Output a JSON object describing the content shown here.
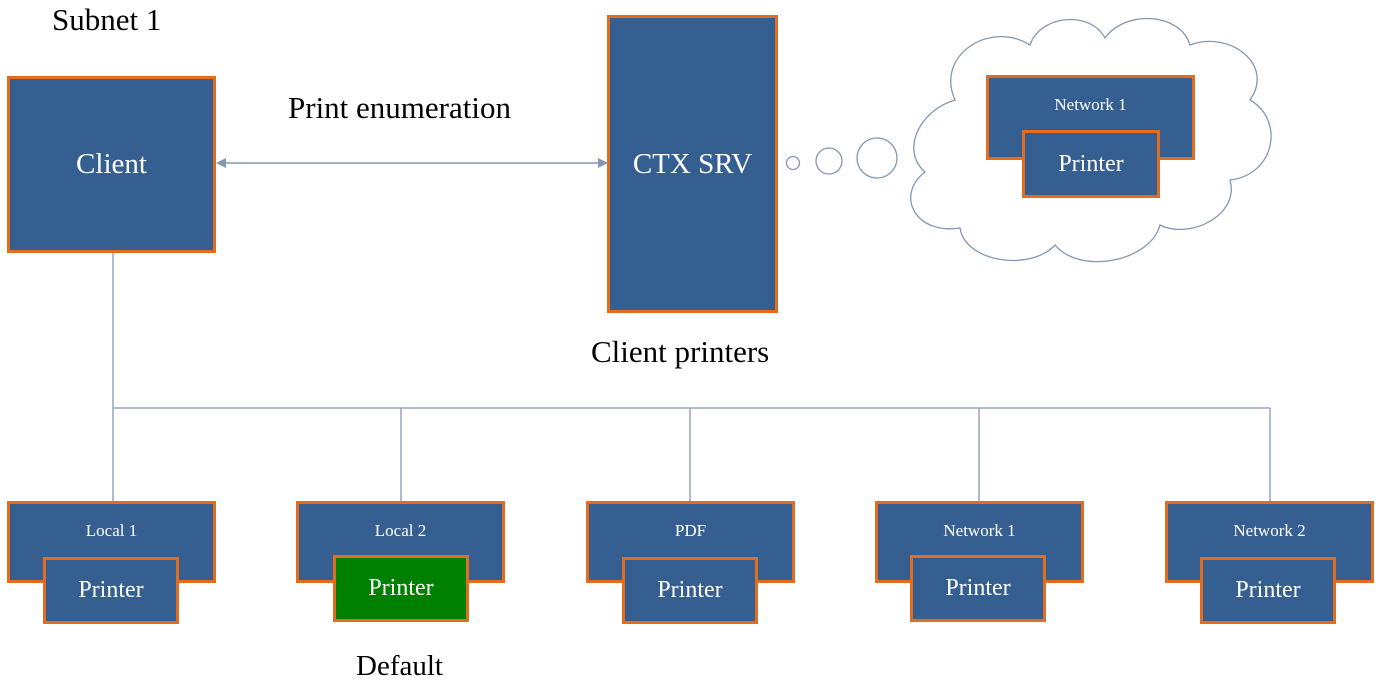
{
  "subnet_label": "Subnet 1",
  "client_label": "Client",
  "server_label": "CTX SRV",
  "enumeration_label": "Print enumeration",
  "client_printers_label": "Client printers",
  "default_label": "Default",
  "cloud": {
    "network_label": "Network 1",
    "printer_label": "Printer"
  },
  "printers": [
    {
      "name": "Local 1",
      "printer_label": "Printer",
      "is_default": false
    },
    {
      "name": "Local 2",
      "printer_label": "Printer",
      "is_default": true
    },
    {
      "name": "PDF",
      "printer_label": "Printer",
      "is_default": false
    },
    {
      "name": "Network 1",
      "printer_label": "Printer",
      "is_default": false
    },
    {
      "name": "Network 2",
      "printer_label": "Printer",
      "is_default": false
    }
  ],
  "colors": {
    "box_fill": "#365f91",
    "box_border": "#e46c1e",
    "default_fill": "#008000",
    "line": "#8497b0"
  }
}
